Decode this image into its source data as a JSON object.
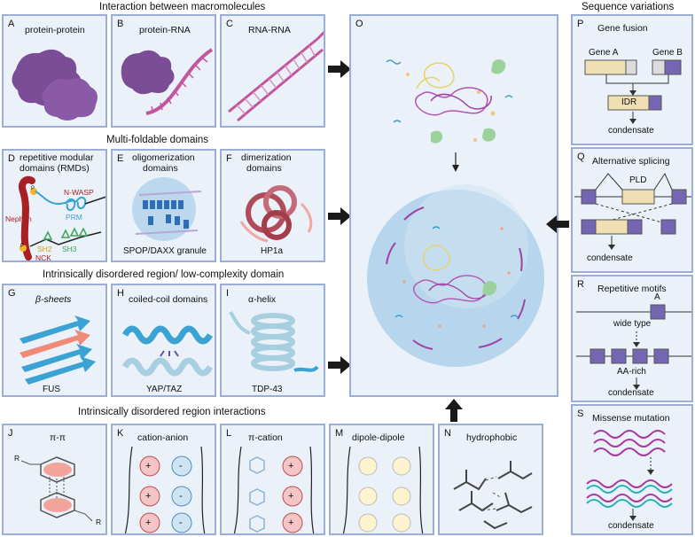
{
  "sections": {
    "macromolecules": "Interaction between macromolecules",
    "multi_foldable": "Multi-foldable domains",
    "idr_low_complexity": "Intrinsically disordered region/ low-complexity domain",
    "idr_interactions": "Intrinsically disordered region interactions",
    "sequence_variations": "Sequence variations"
  },
  "panels": {
    "A": {
      "letter": "A",
      "title": "protein-protein"
    },
    "B": {
      "letter": "B",
      "title": "protein-RNA"
    },
    "C": {
      "letter": "C",
      "title": "RNA-RNA"
    },
    "D": {
      "letter": "D",
      "title_line1": "repetitive modular",
      "title_line2": "domains (RMDs)",
      "nephrin": "Nephrin",
      "nwasp": "N-WASP",
      "prm": "PRM",
      "nck": "NCK",
      "sh2": "SH2",
      "sh3": "SH3",
      "p": "P"
    },
    "E": {
      "letter": "E",
      "title_line1": "oligomerization",
      "title_line2": "domains",
      "caption": "SPOP/DAXX granule"
    },
    "F": {
      "letter": "F",
      "title_line1": "dimerization",
      "title_line2": "domains",
      "caption": "HP1a"
    },
    "G": {
      "letter": "G",
      "title": "β-sheets",
      "caption": "FUS"
    },
    "H": {
      "letter": "H",
      "title": "coiled-coil domains",
      "caption": "YAP/TAZ"
    },
    "I": {
      "letter": "I",
      "title": "α-helix",
      "caption": "TDP-43"
    },
    "J": {
      "letter": "J",
      "title": "π-π",
      "r1": "R",
      "r2": "R"
    },
    "K": {
      "letter": "K",
      "title": "cation-anion",
      "plus": "+",
      "minus": "-"
    },
    "L": {
      "letter": "L",
      "title": "π-cation",
      "plus": "+"
    },
    "M": {
      "letter": "M",
      "title": "dipole-dipole"
    },
    "N": {
      "letter": "N",
      "title": "hydrophobic"
    },
    "O": {
      "letter": "O"
    },
    "P": {
      "letter": "P",
      "title": "Gene fusion",
      "gene_a": "Gene A",
      "gene_b": "Gene B",
      "idr": "IDR",
      "result": "condensate"
    },
    "Q": {
      "letter": "Q",
      "title": "Alternative splicing",
      "pld": "PLD",
      "result": "condensate"
    },
    "R": {
      "letter": "R",
      "title": "Repetitive motifs",
      "motif": "A",
      "wild": "wide type",
      "rich": "AA-rich",
      "result": "condensate"
    },
    "S": {
      "letter": "S",
      "title": "Missense mutation",
      "result": "condensate"
    }
  },
  "colors": {
    "panel_bg": "#eaf1f8",
    "panel_border": "#9aaed6",
    "protein_purple": "#7b4d96",
    "rna_pink": "#c2569e",
    "gene_tan": "#f1dfb4",
    "gene_purple": "#7466b3",
    "helix_blue": "#3ba3d4",
    "sheet_salmon": "#ef8a78",
    "cation_fill": "#f3c5c5",
    "anion_fill": "#cfe4f2",
    "arrow": "#1a1a1a"
  }
}
